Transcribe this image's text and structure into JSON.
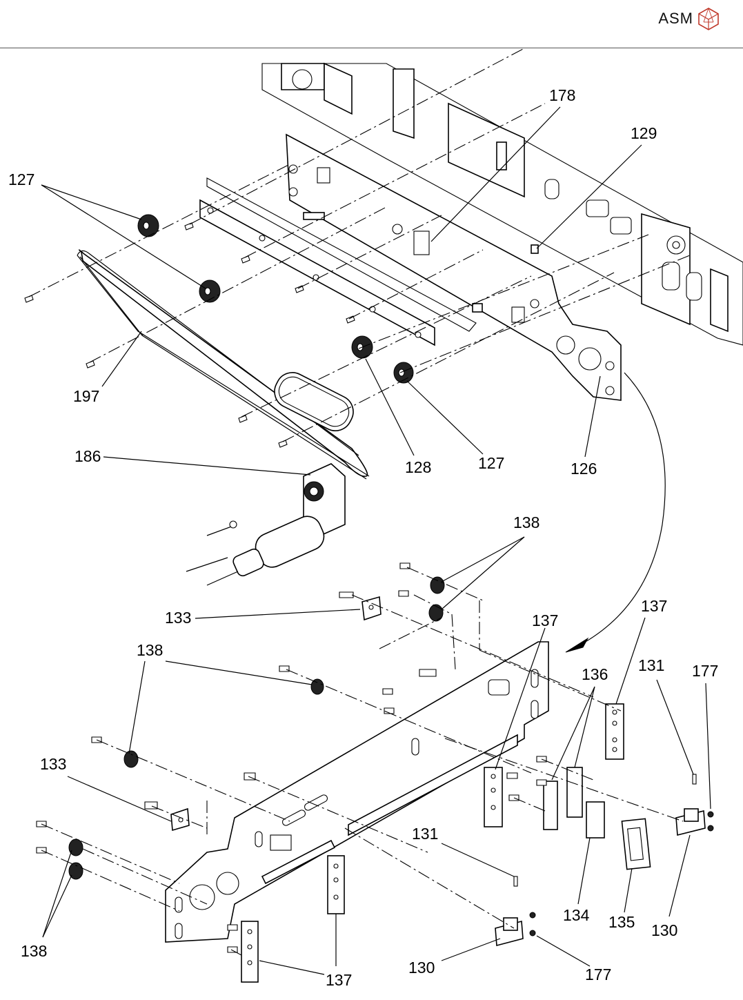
{
  "header": {
    "brand": "ASM",
    "logo_icon": "cube-logo-icon",
    "accent_color": "#c0392b"
  },
  "callouts": {
    "c127_upper": "127",
    "c127_lower": "127",
    "c178": "178",
    "c129": "129",
    "c197": "197",
    "c128": "128",
    "c126": "126",
    "c186": "186",
    "c138_top": "138",
    "c133_top": "133",
    "c137_mid": "137",
    "c137_right": "137",
    "c138_left": "138",
    "c136": "136",
    "c131_right": "131",
    "c177_right": "177",
    "c133_left": "133",
    "c131_bottom": "131",
    "c134": "134",
    "c135": "135",
    "c130_right": "130",
    "c138_bottom": "138",
    "c137_bottom": "137",
    "c130_bottom": "130",
    "c177_bottom": "177"
  }
}
